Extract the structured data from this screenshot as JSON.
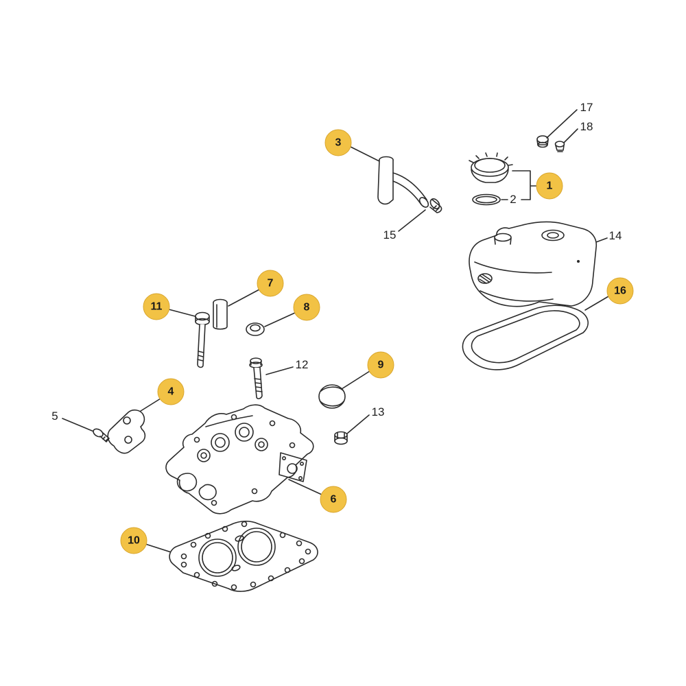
{
  "diagram": {
    "background": "#ffffff",
    "line_color": "#2b2b2b",
    "label_color": "#1f1f1f",
    "badge": {
      "fill": "#f2c245",
      "border": "#d9a62e",
      "text_color": "#1a1a1a"
    },
    "callouts": [
      {
        "label": "1",
        "style": "badge"
      },
      {
        "label": "2",
        "style": "plain"
      },
      {
        "label": "3",
        "style": "badge"
      },
      {
        "label": "4",
        "style": "badge"
      },
      {
        "label": "5",
        "style": "plain"
      },
      {
        "label": "6",
        "style": "badge"
      },
      {
        "label": "7",
        "style": "badge"
      },
      {
        "label": "8",
        "style": "badge"
      },
      {
        "label": "9",
        "style": "badge"
      },
      {
        "label": "10",
        "style": "badge"
      },
      {
        "label": "11",
        "style": "badge"
      },
      {
        "label": "12",
        "style": "plain"
      },
      {
        "label": "13",
        "style": "plain"
      },
      {
        "label": "14",
        "style": "plain"
      },
      {
        "label": "15",
        "style": "plain"
      },
      {
        "label": "16",
        "style": "badge"
      },
      {
        "label": "17",
        "style": "plain"
      },
      {
        "label": "18",
        "style": "plain"
      }
    ]
  }
}
